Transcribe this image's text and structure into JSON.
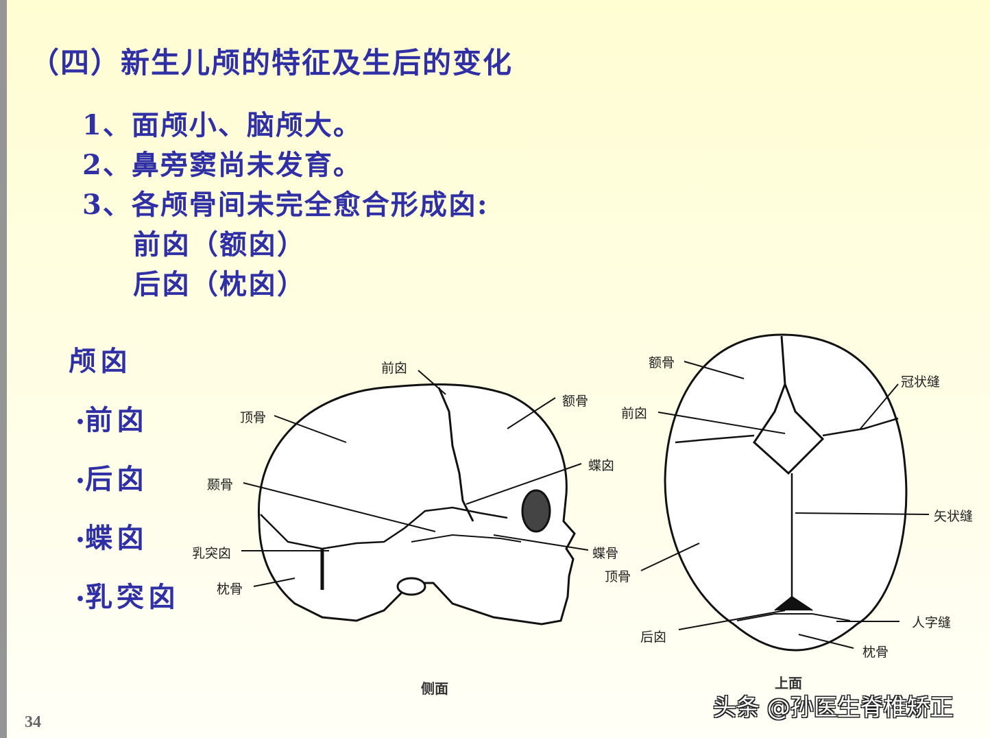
{
  "slide": {
    "title": "（四）新生儿颅的特征及生后的变化",
    "points": [
      "1、面颅小、脑颅大。",
      "2、鼻旁窦尚未发育。",
      "3、各颅骨间未完全愈合形成囟:"
    ],
    "sub_points": [
      "前囟（额囟）",
      "后囟（枕囟）"
    ],
    "fontanelle_heading": "颅囟",
    "fontanelle_items": [
      "前囟",
      "后囟",
      "蝶囟",
      "乳突囟"
    ],
    "bullet": "•",
    "page_number": "34",
    "watermark": "头条 @孙医生脊椎矫正",
    "colors": {
      "text": "#2f2fa6",
      "background_top": "#fffdd2",
      "background_bottom": "#fffff7",
      "left_bar": "#959595"
    }
  },
  "lateral_view": {
    "caption": "侧面",
    "labels": {
      "anterior_fontanelle": "前囟",
      "parietal": "顶骨",
      "frontal": "额骨",
      "sphenoid_fontanelle": "蝶囟",
      "temporal": "颞骨",
      "mastoid_fontanelle": "乳突囟",
      "sphenoid": "蝶骨",
      "occipital": "枕骨"
    }
  },
  "superior_view": {
    "caption": "上面",
    "labels": {
      "frontal": "额骨",
      "coronal_suture": "冠状缝",
      "anterior_fontanelle": "前囟",
      "sagittal_suture": "矢状缝",
      "parietal": "顶骨",
      "lambdoid_suture": "人字缝",
      "posterior_fontanelle": "后囟",
      "occipital": "枕骨"
    }
  }
}
